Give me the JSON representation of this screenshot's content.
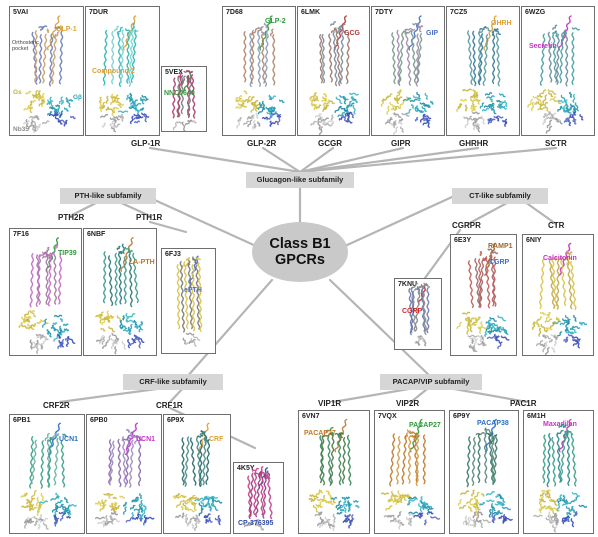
{
  "center": {
    "line1": "Class B1",
    "line2": "GPCRs"
  },
  "families": {
    "glucagon": "Glucagon-like subfamily",
    "pth": "PTH-like subfamily",
    "ct": "CT-like subfamily",
    "crf": "CRF-like subfamily",
    "pacap": "PACAP/VIP subfamily"
  },
  "receptors": {
    "glp1r": "GLP-1R",
    "glp2r": "GLP-2R",
    "gcgr": "GCGR",
    "gipr": "GIPR",
    "ghrhr": "GHRHR",
    "sctr": "SCTR",
    "pth2r": "PTH2R",
    "pth1r": "PTH1R",
    "cgrpr": "CGRPR",
    "ctr": "CTR",
    "crf2r": "CRF2R",
    "crf1r": "CRF1R",
    "vip1r": "VIP1R",
    "vip2r": "VIP2R",
    "pac1r": "PAC1R"
  },
  "panels": {
    "p5VAI": {
      "pdb": "5VAI",
      "ligand": "GLP-1",
      "note1": "Orthosteric",
      "note2": "pocket",
      "gs": "Gs",
      "gb": "Gβ",
      "gg": "Gγ",
      "nb": "Nb35"
    },
    "p7DUR": {
      "pdb": "7DUR",
      "ligand": "Compound 2"
    },
    "p5VEX": {
      "pdb": "5VEX",
      "ligand": "NNC0640"
    },
    "p7D68": {
      "pdb": "7D68",
      "ligand": "GLP-2"
    },
    "p6LMK": {
      "pdb": "6LMK",
      "ligand": "GCG"
    },
    "p7DTY": {
      "pdb": "7DTY",
      "ligand": "GIP"
    },
    "p7CZ5": {
      "pdb": "7CZ5",
      "ligand": "GHRH"
    },
    "p6WZG": {
      "pdb": "6WZG",
      "ligand": "Secretin"
    },
    "p7F16": {
      "pdb": "7F16",
      "ligand": "TIP39"
    },
    "p6NBF": {
      "pdb": "6NBF",
      "ligand": "LA-PTH"
    },
    "p6FJ3": {
      "pdb": "6FJ3",
      "ligand": "ePTH"
    },
    "p7KNU": {
      "pdb": "7KNU",
      "ligand": "CGRP"
    },
    "p6E3Y": {
      "pdb": "6E3Y",
      "ligand": "CGRP",
      "ligand2": "RAMP1"
    },
    "p6NIY": {
      "pdb": "6NIY",
      "ligand": "Calcitonin"
    },
    "p6PB1": {
      "pdb": "6PB1",
      "ligand": "UCN1"
    },
    "p6PB0": {
      "pdb": "6PB0",
      "ligand": "UCN1"
    },
    "p6P9X": {
      "pdb": "6P9X",
      "ligand": "CRF"
    },
    "p4K5Y": {
      "pdb": "4K5Y",
      "ligand": "CP-376395"
    },
    "p6VN7": {
      "pdb": "6VN7",
      "ligand": "PACAP27"
    },
    "p7VQX": {
      "pdb": "7VQX",
      "ligand": "PACAP27"
    },
    "p6P9Y": {
      "pdb": "6P9Y",
      "ligand": "PACAP38"
    },
    "p6M1H": {
      "pdb": "6M1H",
      "ligand": "Maxadilan"
    }
  },
  "colors": {
    "glp1": "#d9a23b",
    "compound": "#d9a23b",
    "nnc": "#2f9a3a",
    "glp2": "#2f9a3a",
    "gcg": "#b03a3a",
    "gip": "#4a6fc4",
    "ghrh": "#d9a23b",
    "secretin": "#c534c5",
    "tip39": "#2f9a3a",
    "lapth": "#c0782a",
    "epth": "#4a6fc4",
    "cgrp": "#d0262b",
    "cgrp_blue": "#3a70c8",
    "ramp1": "#a0652a",
    "calcitonin": "#c534c5",
    "ucn1_blue": "#2a6fc4",
    "ucn1_mag": "#c534c5",
    "crf": "#d9a23b",
    "cp": "#2d4aa8",
    "pacap27": "#c0782a",
    "pacap27_g": "#2f9a3a",
    "pacap38": "#2a6fc4",
    "maxadilan": "#c534c5",
    "gs": "#d4c24a",
    "gb": "#2fa4b8",
    "gg": "#3a4fb8",
    "nb": "#8c8c8c"
  }
}
